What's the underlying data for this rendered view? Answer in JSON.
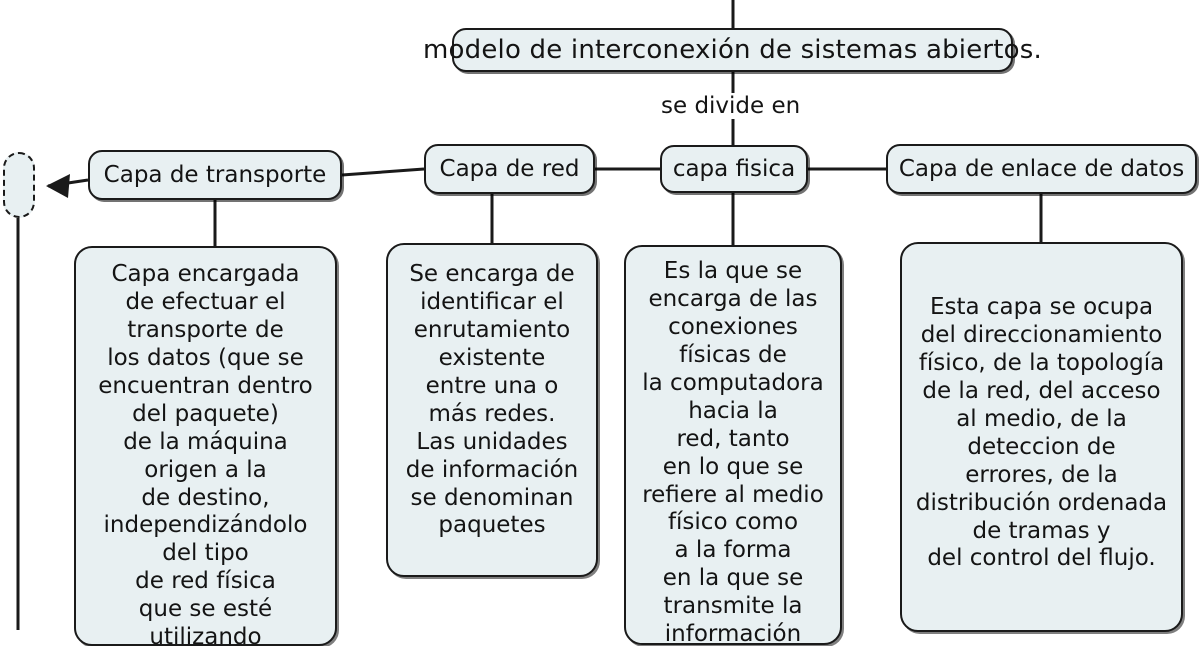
{
  "diagram": {
    "title_node": {
      "label": "modelo de interconexión de sistemas abiertos."
    },
    "edge_labels": {
      "divide": "se divide en"
    },
    "stub": {
      "label": ""
    },
    "layers": [
      {
        "id": "transporte",
        "label": "Capa de transporte"
      },
      {
        "id": "red",
        "label": "Capa de red"
      },
      {
        "id": "fisica",
        "label": "capa fisica"
      },
      {
        "id": "enlace",
        "label": "Capa de enlace de datos"
      }
    ],
    "descriptions": [
      {
        "id": "desc-transporte",
        "text": "Capa encargada\nde efectuar el\ntransporte de\nlos datos (que se\nencuentran dentro\ndel paquete)\nde la máquina\norigen a la\nde destino,\nindependizándolo\ndel tipo\nde red física\nque se esté\nutilizando"
      },
      {
        "id": "desc-red",
        "text": "Se encarga de\nidentificar el\nenrutamiento\nexistente\nentre una o\nmás redes.\nLas unidades\nde información\nse denominan\npaquetes"
      },
      {
        "id": "desc-fisica",
        "text": "Es la que se\nencarga de las\nconexiones\nfísicas de\nla computadora\nhacia la\nred, tanto\nen lo que se\nrefiere al medio\nfísico como\na la forma\nen la que se\ntransmite la\ninformación"
      },
      {
        "id": "desc-enlace",
        "text": "Esta capa se ocupa\ndel direccionamiento\nfísico, de la topología\nde la red, del acceso\nal medio, de la\ndeteccion de\nerrores, de la\ndistribución ordenada\nde tramas y\ndel control del flujo."
      }
    ],
    "colors": {
      "node_fill": "#e8f0f2",
      "node_stroke": "#1a1a1a",
      "background": "#ffffff",
      "text": "#141414"
    }
  }
}
